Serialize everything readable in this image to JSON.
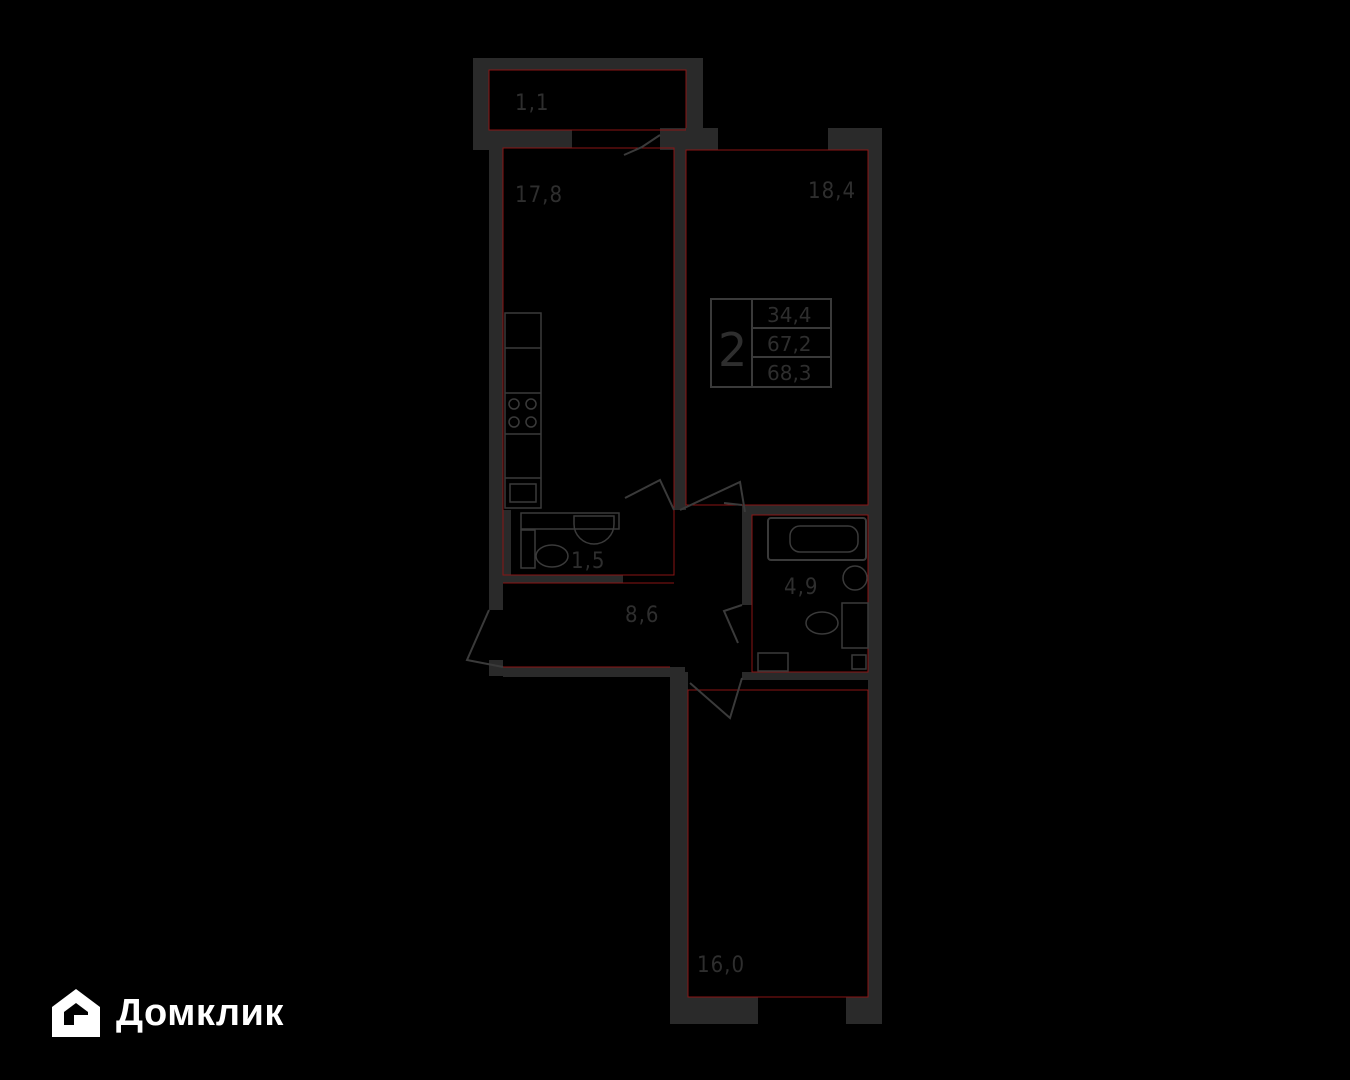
{
  "apartment": {
    "rooms": "2",
    "living_area": "34,4",
    "total_area": "67,2",
    "area_with_balcony": "68,3"
  },
  "rooms": {
    "balcony": "1,1",
    "kitchen": "17,8",
    "bedroom": "18,4",
    "wc": "1,5",
    "hall": "8,6",
    "bathroom": "4,9",
    "living_room": "16,0"
  },
  "brand": {
    "name": "Домклик",
    "icon": "domclick-house-icon"
  }
}
